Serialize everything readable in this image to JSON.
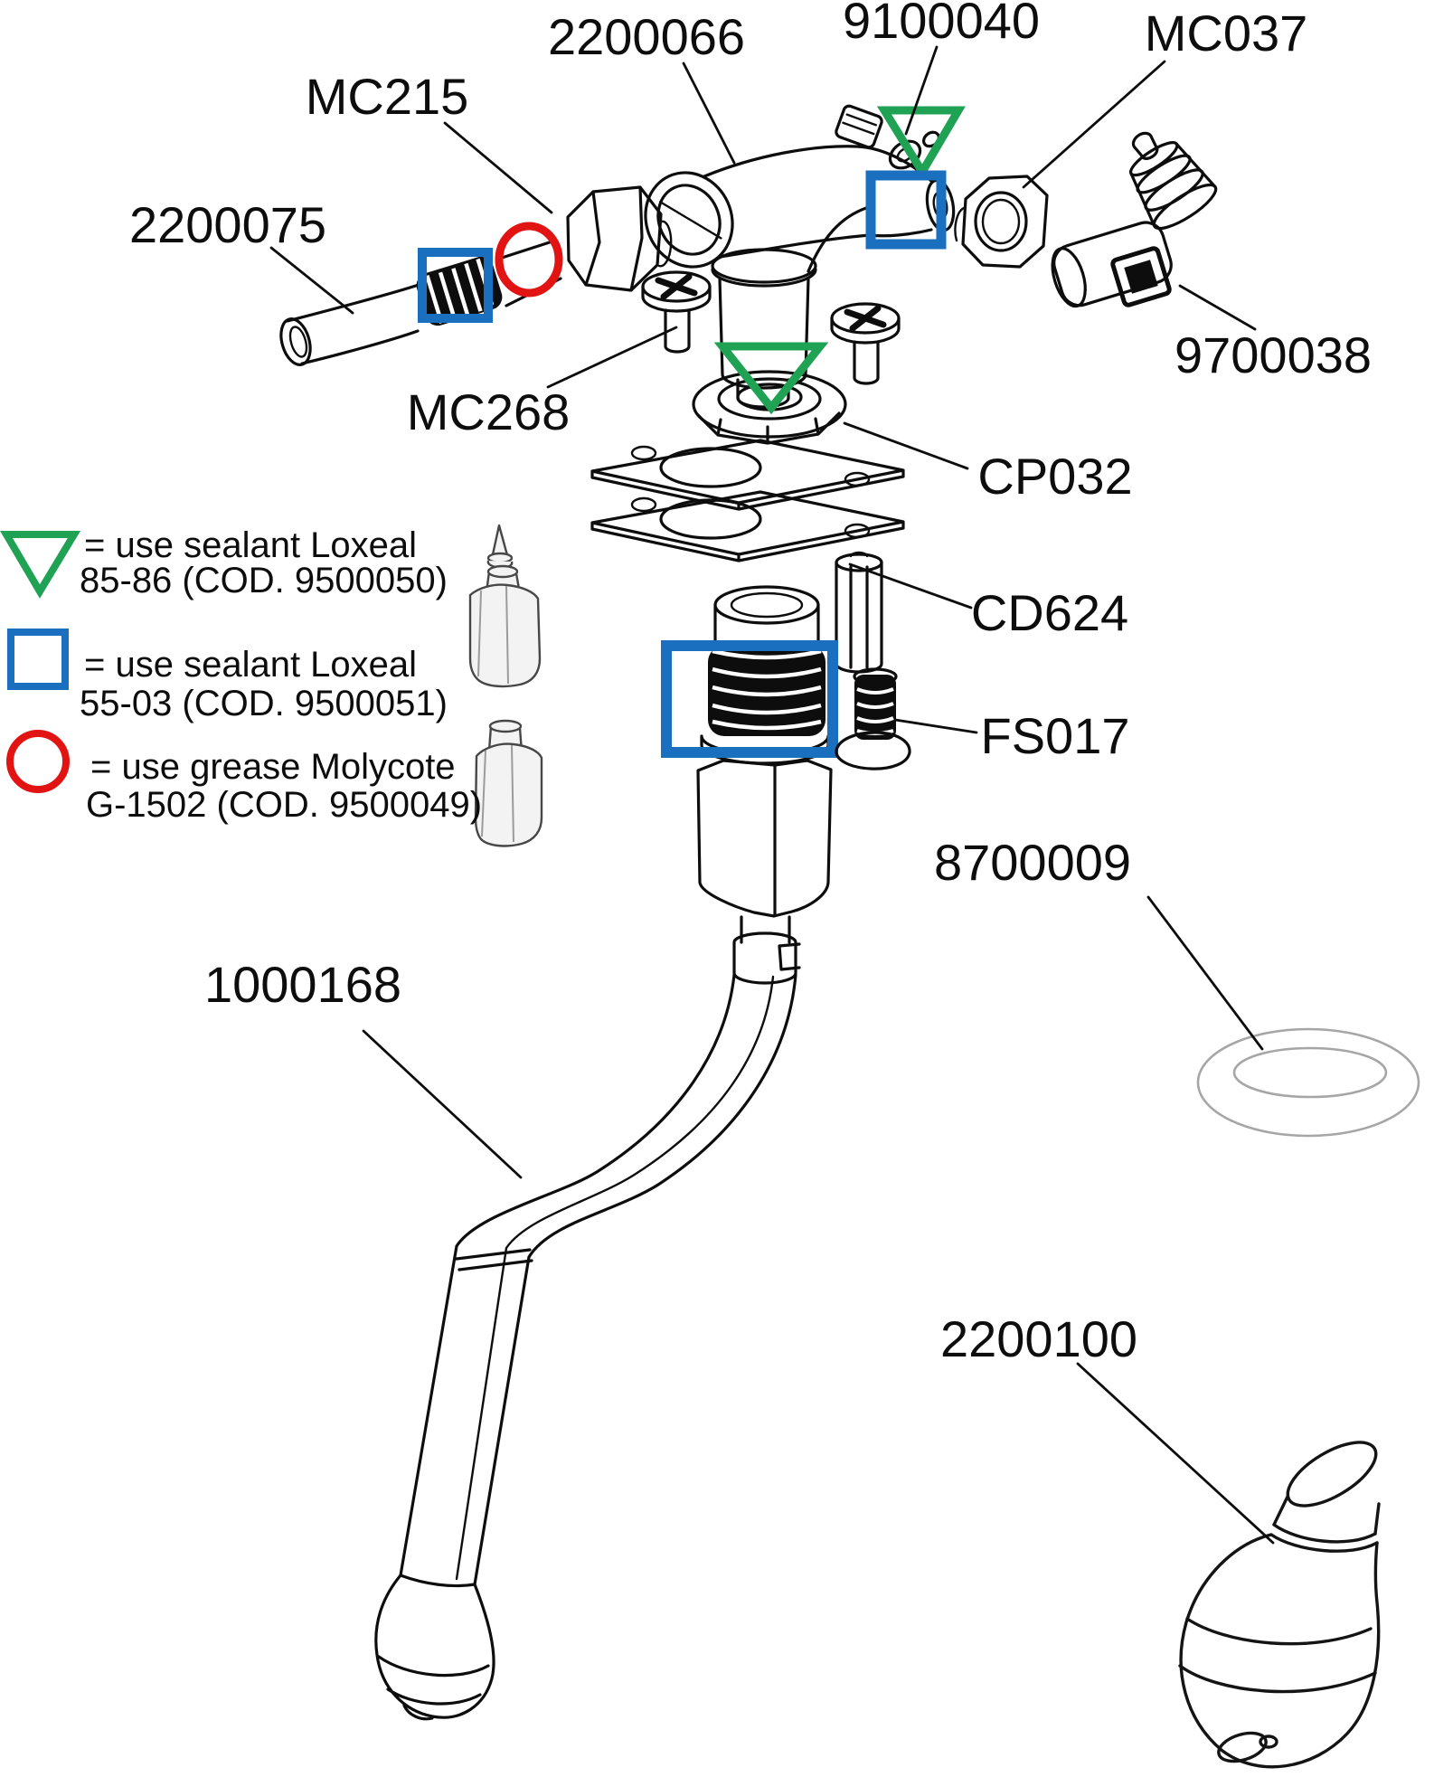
{
  "diagram": {
    "background": "#ffffff",
    "colors": {
      "line": "#0d0d0d",
      "sealant_triangle_green": "#1fa254",
      "sealant_square_blue": "#1a6fbf",
      "grease_circle_red": "#e21313",
      "oring_gray": "#a6a6a6"
    },
    "part_labels": {
      "p2200075": "2200075",
      "pMC215": "MC215",
      "p2200066": "2200066",
      "p9100040": "9100040",
      "pMC037": "MC037",
      "p9700038": "9700038",
      "pMC268": "MC268",
      "pCP032": "CP032",
      "pCD624": "CD624",
      "pFS017": "FS017",
      "p8700009": "8700009",
      "p1000168": "1000168",
      "p2200100": "2200100"
    },
    "legend": {
      "rows": [
        {
          "symbol": "sealant-triangle",
          "line1": "= use sealant Loxeal",
          "line2": "85-86 (COD. 9500050)"
        },
        {
          "symbol": "sealant-square",
          "line1": "= use sealant Loxeal",
          "line2": "55-03 (COD. 9500051)"
        },
        {
          "symbol": "grease-circle",
          "line1": "= use grease Molycote",
          "line2": "G-1502 (COD. 9500049)"
        }
      ]
    }
  }
}
